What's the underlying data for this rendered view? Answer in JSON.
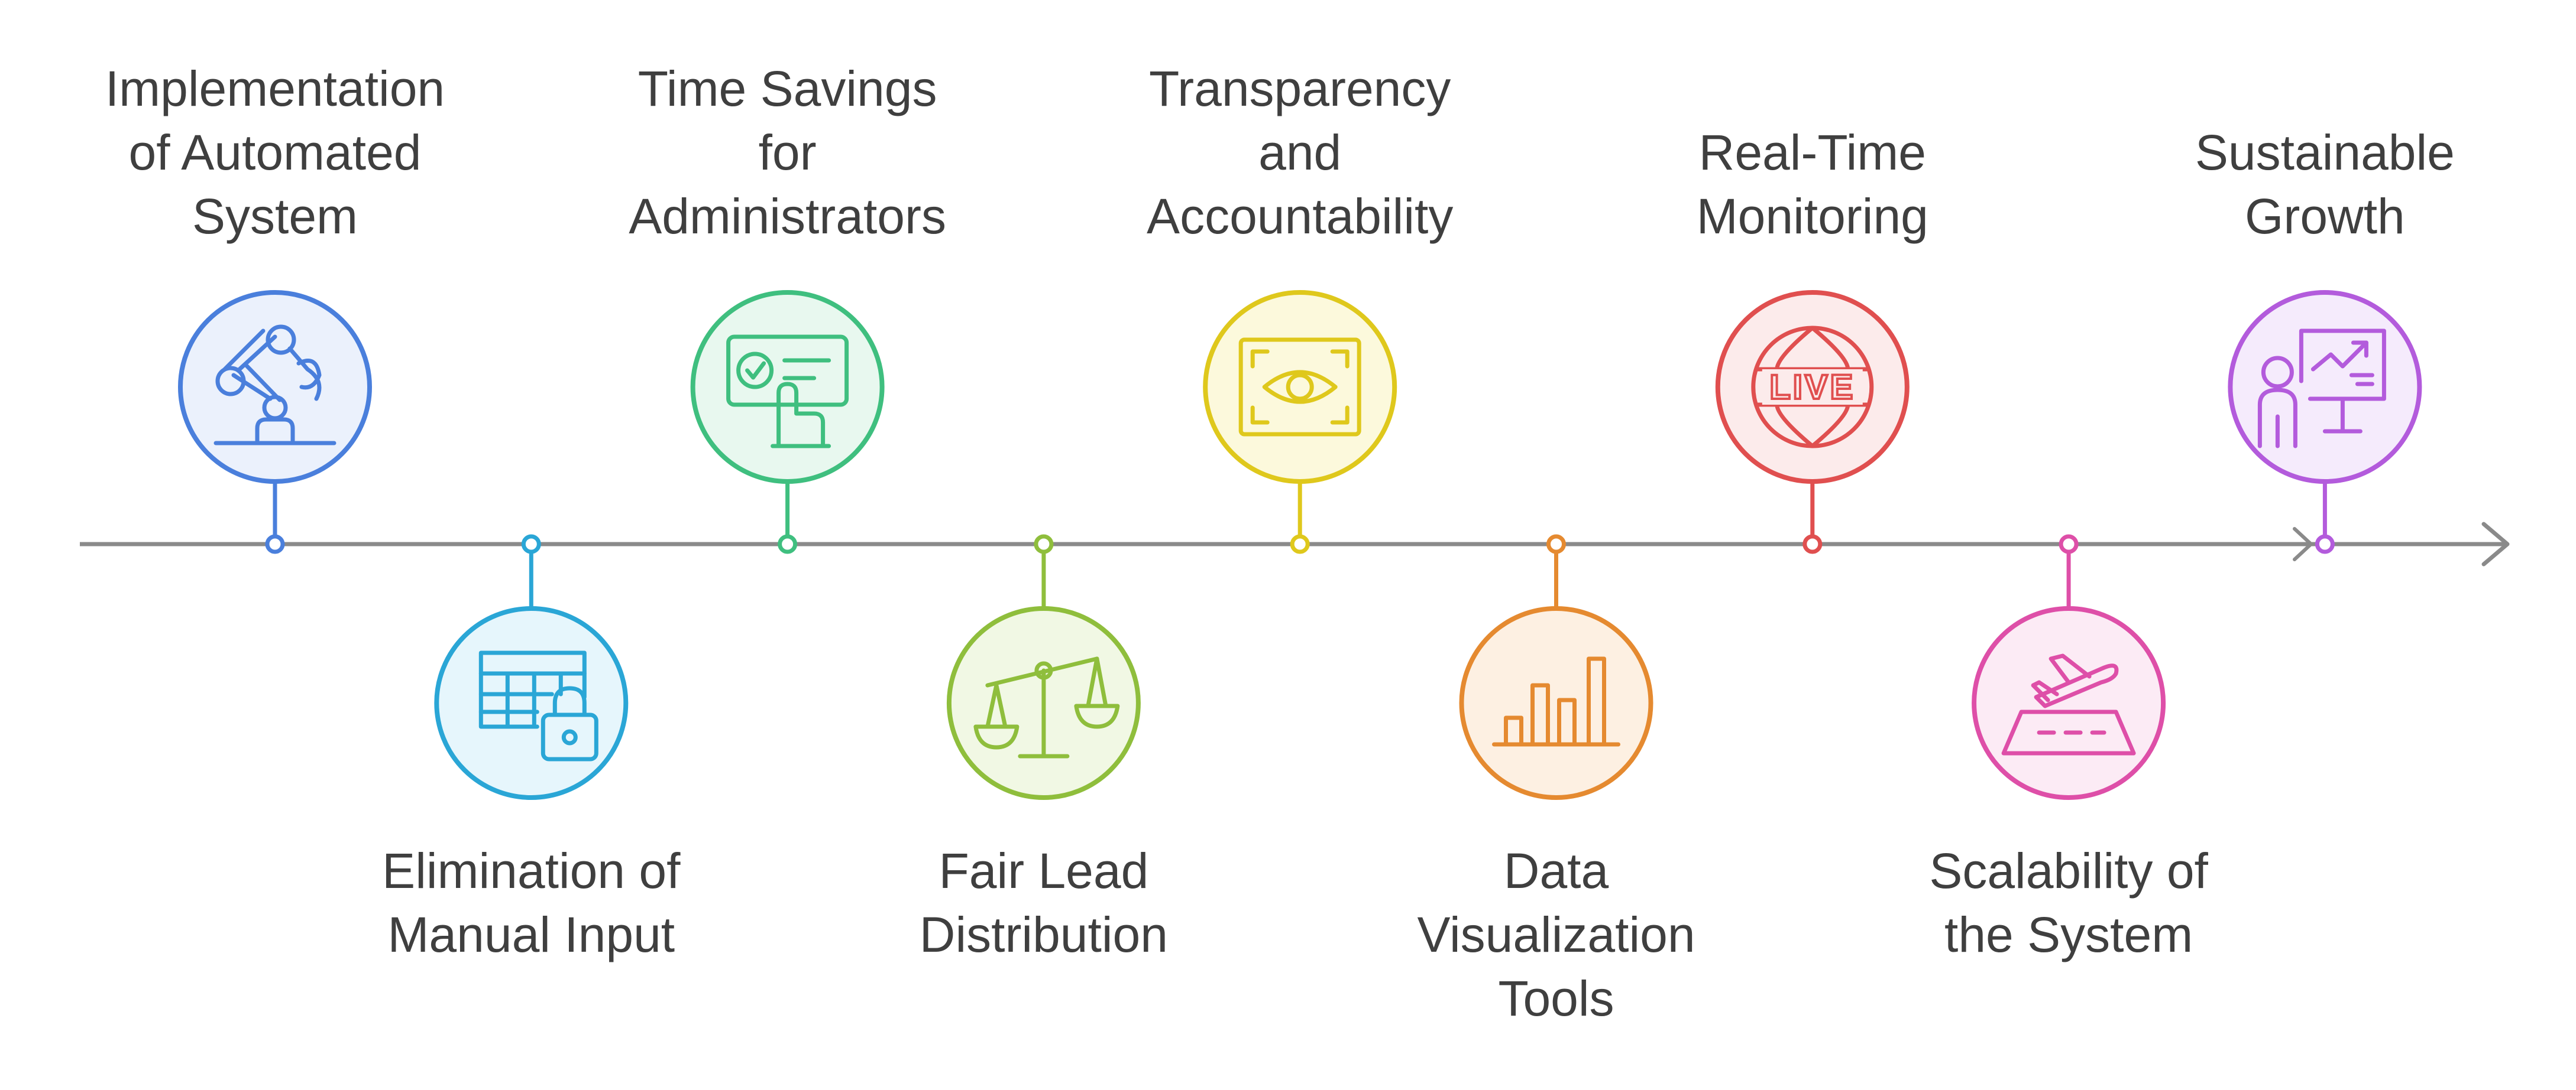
{
  "timeline": {
    "items": [
      {
        "id": "automated-system",
        "lines": [
          "Implementation",
          "of Automated",
          "System"
        ],
        "position": "top",
        "color": "#4a7fdc",
        "fill": "#ebf1fc",
        "icon": "robot-arm-icon"
      },
      {
        "id": "manual-input",
        "lines": [
          "Elimination of",
          "Manual Input"
        ],
        "position": "bottom",
        "color": "#2aa6d6",
        "fill": "#e6f6fc",
        "icon": "locked-spreadsheet-icon"
      },
      {
        "id": "time-savings",
        "lines": [
          "Time Savings",
          "for",
          "Administrators"
        ],
        "position": "top",
        "color": "#3fbf7f",
        "fill": "#e8f8ef",
        "icon": "touch-screen-check-icon"
      },
      {
        "id": "fair-lead",
        "lines": [
          "Fair Lead",
          "Distribution"
        ],
        "position": "bottom",
        "color": "#8fbe3c",
        "fill": "#f1f8e4",
        "icon": "balance-scale-icon"
      },
      {
        "id": "transparency",
        "lines": [
          "Transparency",
          "and",
          "Accountability"
        ],
        "position": "top",
        "color": "#dfc81c",
        "fill": "#fcf9dc",
        "icon": "eye-frame-icon"
      },
      {
        "id": "data-viz",
        "lines": [
          "Data",
          "Visualization",
          "Tools"
        ],
        "position": "bottom",
        "color": "#e58a30",
        "fill": "#fdf0e2",
        "icon": "bar-chart-icon"
      },
      {
        "id": "real-time",
        "lines": [
          "Real-Time",
          "Monitoring"
        ],
        "position": "top",
        "color": "#e04f4f",
        "fill": "#fcebeb",
        "icon": "live-globe-icon"
      },
      {
        "id": "scalability",
        "lines": [
          "Scalability of",
          "the System"
        ],
        "position": "bottom",
        "color": "#de4fa8",
        "fill": "#fcebf5",
        "icon": "airplane-runway-icon"
      },
      {
        "id": "sustainable-growth",
        "lines": [
          "Sustainable",
          "Growth"
        ],
        "position": "top",
        "color": "#b35bdc",
        "fill": "#f5ebfc",
        "icon": "presenter-growth-icon"
      }
    ],
    "axis_color": "#8a8a8a",
    "text_color": "#3f3f3f"
  }
}
